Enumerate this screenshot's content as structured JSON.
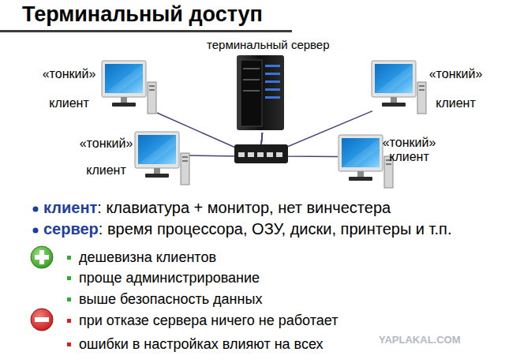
{
  "diagram": {
    "title": "Терминальный доступ",
    "nodes": [
      {
        "text": [
          "терминальный сервер"
        ]
      },
      {
        "text": [
          "«тонкий» клиент"
        ]
      },
      {
        "text": [
          "«тонкий» клиент"
        ]
      },
      {
        "text": [
          "«тонкий» клиент"
        ]
      },
      {
        "text": [
          "«тонкий» клиент"
        ]
      }
    ],
    "edges": [
      {
        "from": 1,
        "to": 0,
        "arrow": "none"
      },
      {
        "from": 2,
        "to": 0,
        "arrow": "none"
      },
      {
        "from": 3,
        "to": 0,
        "arrow": "none"
      },
      {
        "from": 4,
        "to": 0,
        "arrow": "none"
      }
    ],
    "labels": [
      "клиент",
      ": клавиатура + монитор, нет винчестера",
      "сервер",
      ": время процессора, ОЗУ, диски, принтеры и т.п.",
      "дешевизна клиентов",
      "проще администрирование",
      "выше безопасность данных",
      "при отказе сервера ничего не работает",
      "ошибки в настройках влияют на всех",
      "YAPLAKAL.COM"
    ]
  }
}
